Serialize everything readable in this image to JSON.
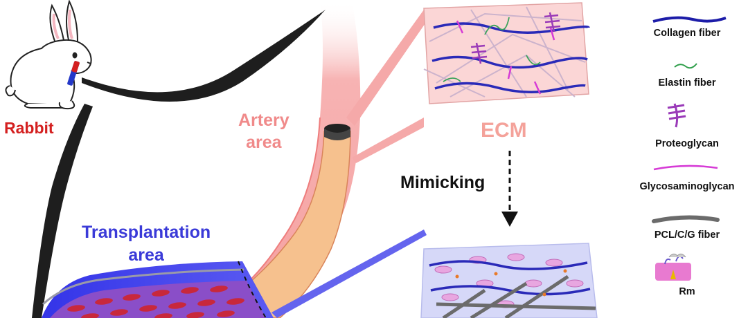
{
  "labels": {
    "rabbit": "Rabbit",
    "artery_line1": "Artery",
    "artery_line2": "area",
    "ecm": "ECM",
    "mimicking": "Mimicking",
    "transplantation_line1": "Transplantation",
    "transplantation_line2": "area"
  },
  "legend": [
    {
      "label": "Collagen fiber",
      "icon": "collagen-fiber-icon",
      "color": "#1c1ca8"
    },
    {
      "label": "Elastin fiber",
      "icon": "elastin-fiber-icon",
      "color": "#2e9e4a"
    },
    {
      "label": "Proteoglycan",
      "icon": "proteoglycan-icon",
      "color": "#9a3ab8"
    },
    {
      "label": "Glycosaminoglycan",
      "icon": "glycosaminoglycan-icon",
      "color": "#d63bd6"
    },
    {
      "label": "PCL/C/G fiber",
      "icon": "pcl-fiber-icon",
      "color": "#6b6b6b"
    },
    {
      "label": "Rm",
      "icon": "rm-icon",
      "color": "#e87ad0"
    }
  ],
  "colors": {
    "rabbit_label": "#d42020",
    "artery_label": "#f08a8a",
    "ecm_label": "#f4a29a",
    "transplantation_label": "#3a3ad8",
    "artery_wall": "#f5a3a3",
    "graft": "#f5c08e",
    "transplant_blue": "#4a4af0",
    "cell_red": "#c8283c"
  }
}
